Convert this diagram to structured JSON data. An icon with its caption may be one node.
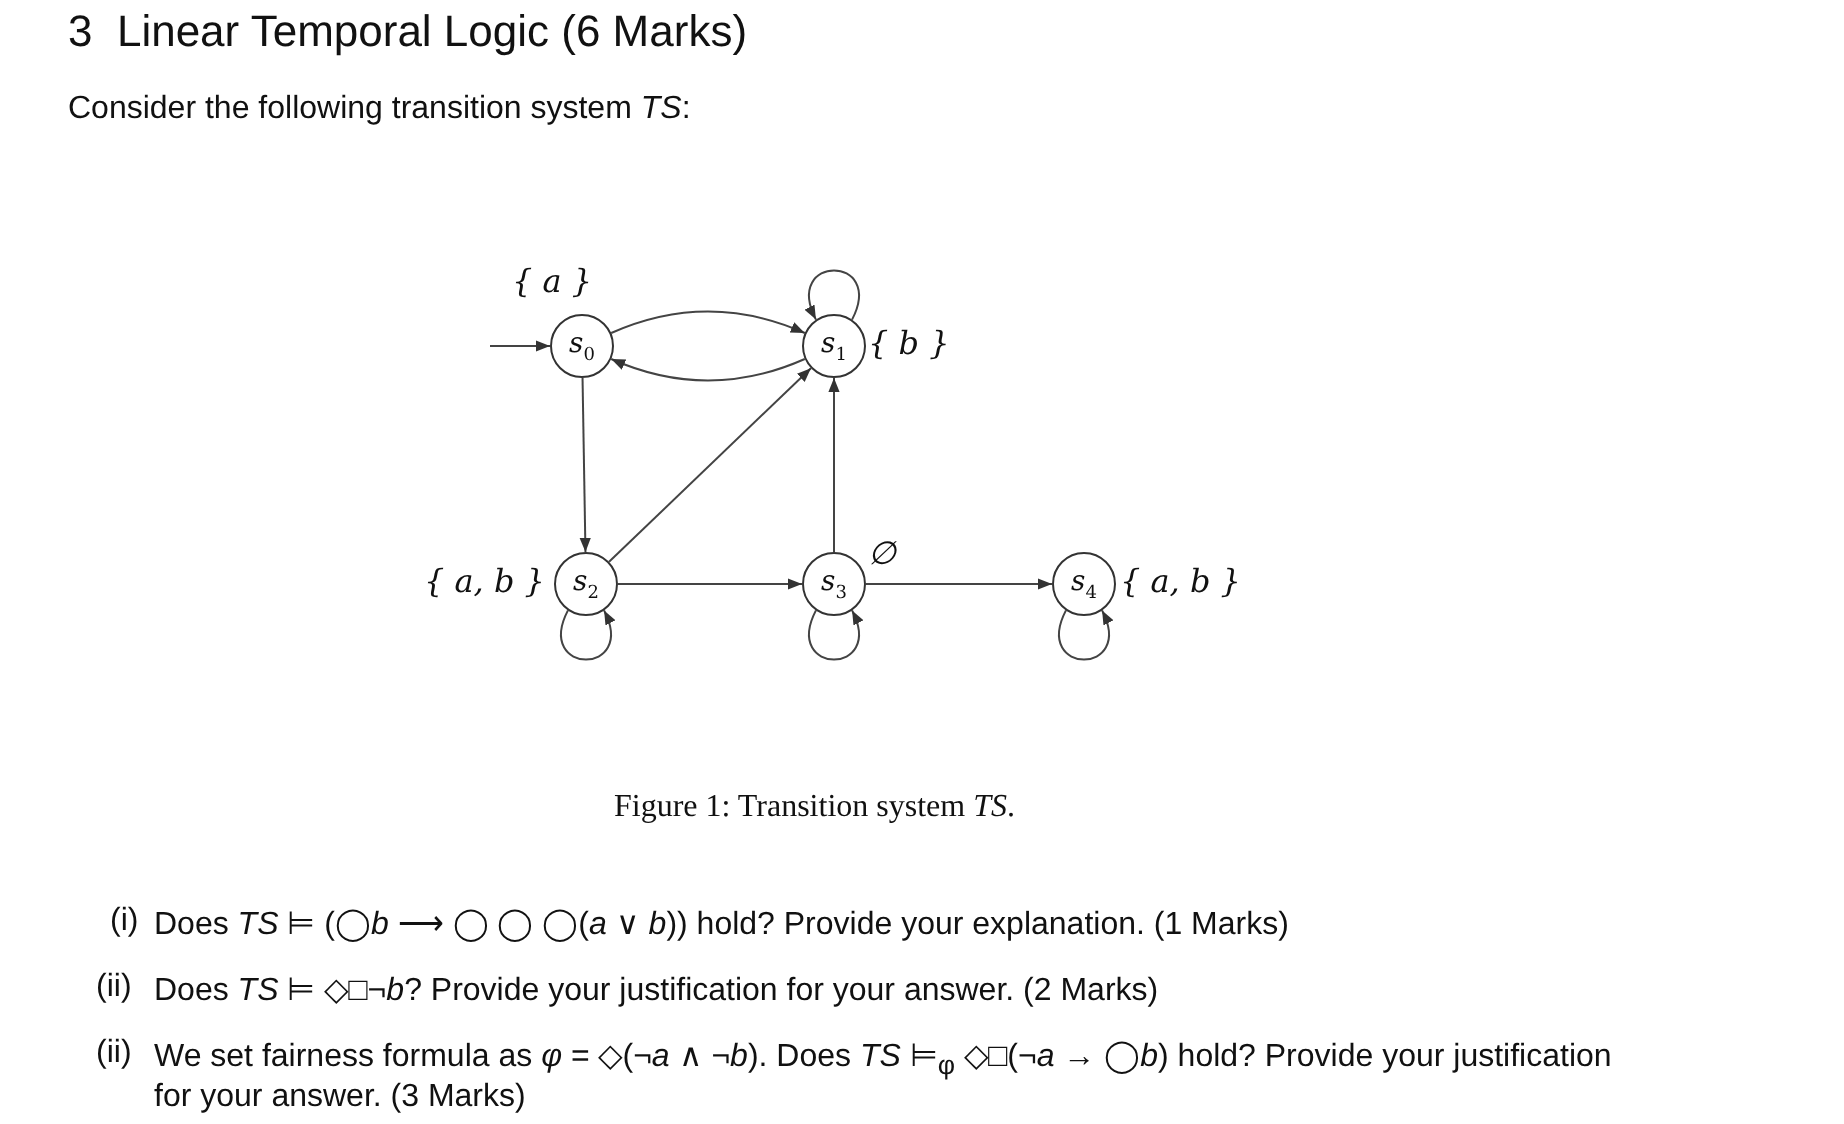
{
  "diagram": {
    "title": "3  Linear Temporal Logic (6 Marks)",
    "nodes": [
      {
        "text": [
          "s$_{0}$"
        ],
        "beside": [
          "{ a }"
        ]
      },
      {
        "text": [
          "s$_{1}$"
        ],
        "beside": [
          "{ b }"
        ]
      },
      {
        "text": [
          "s$_{2}$"
        ],
        "beside": [
          "{ a, b }"
        ]
      },
      {
        "text": [
          "s$_{3}$"
        ],
        "beside": [
          "∅"
        ]
      },
      {
        "text": [
          "s$_{4}$"
        ],
        "beside": [
          "{ a, b }"
        ]
      }
    ],
    "edges": [
      {
        "from": null,
        "to": 0,
        "arrow": "to"
      },
      {
        "from": 0,
        "to": 1,
        "arrow": "to"
      },
      {
        "from": 1,
        "to": 0,
        "arrow": "to"
      },
      {
        "from": 1,
        "to": 1,
        "arrow": "to"
      },
      {
        "from": 0,
        "to": 2,
        "arrow": "to"
      },
      {
        "from": 2,
        "to": 1,
        "arrow": "to"
      },
      {
        "from": 2,
        "to": 3,
        "arrow": "to"
      },
      {
        "from": 3,
        "to": 1,
        "arrow": "to"
      },
      {
        "from": 3,
        "to": 4,
        "arrow": "to"
      },
      {
        "from": 2,
        "to": 2,
        "arrow": "to"
      },
      {
        "from": 3,
        "to": 3,
        "arrow": "to"
      },
      {
        "from": 4,
        "to": 4,
        "arrow": "to"
      }
    ],
    "caption": "Figure 1: Transition system *TS*.",
    "labels": [
      "Consider the following transition system *TS*:",
      "(i)",
      "Does *TS* ⊨ (◯*b* ⟶ ◯ ◯ ◯(*a* ∨ *b*)) hold? Provide your explanation. (1 Marks)",
      "(ii)",
      "Does *TS* ⊨ ◇□¬*b*? Provide your justification for your answer. (2 Marks)",
      "(ii)",
      "We set fairness formula as *φ* = ◇(¬*a* ∧ ¬*b*).  Does *TS* ⊨$_{φ}$ ◇□(¬*a* → ◯*b*) hold? Provide your justification for your answer. (3 Marks)"
    ]
  }
}
